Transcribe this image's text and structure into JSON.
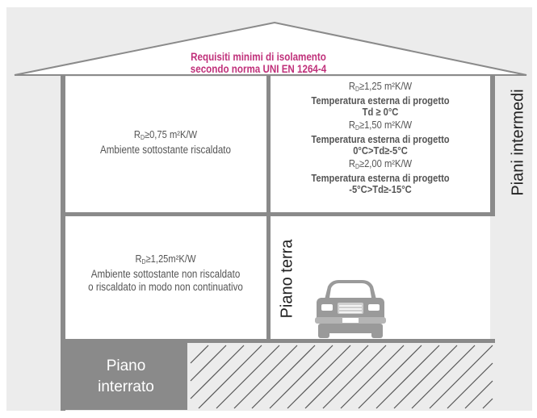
{
  "title": {
    "line1": "Requisiti minimi di isolamento",
    "line2": "secondo norma UNI EN 1264-4"
  },
  "rooms": {
    "upper_left": {
      "r_symbol": "R",
      "r_sub": "D",
      "r_value": "≥0,75 m²K/W",
      "description": "Ambiente sottostante riscaldato"
    },
    "upper_right": {
      "cases": [
        {
          "r_symbol": "R",
          "r_sub": "D",
          "r_value": "≥1,25 m²K/W",
          "label": "Temperatura esterna di progetto",
          "condition": "Td ≥ 0°C"
        },
        {
          "r_symbol": "R",
          "r_sub": "D",
          "r_value": "≥1,50 m²K/W",
          "label": "Temperatura esterna di progetto",
          "condition": "0°C>Td≥-5°C"
        },
        {
          "r_symbol": "R",
          "r_sub": "D",
          "r_value": "≥2,00 m²K/W",
          "label": "Temperatura esterna di progetto",
          "condition": "-5°C>Td≥-15°C"
        }
      ]
    },
    "lower_left": {
      "r_symbol": "R",
      "r_sub": "D",
      "r_value": "≥1,25m²K/W",
      "line1": "Ambiente sottostante non riscaldato",
      "line2": "o riscaldato in modo non continuativo"
    }
  },
  "labels": {
    "piani_intermedi": "Piani intermedi",
    "piano_terra": "Piano terra",
    "piano_interrato_1": "Piano",
    "piano_interrato_2": "interrato"
  },
  "colors": {
    "title": "#c0307a",
    "wall": "#8a8a8a",
    "background": "#ececec"
  },
  "icons": [
    "house-roof",
    "car-icon",
    "hatched-ground"
  ]
}
